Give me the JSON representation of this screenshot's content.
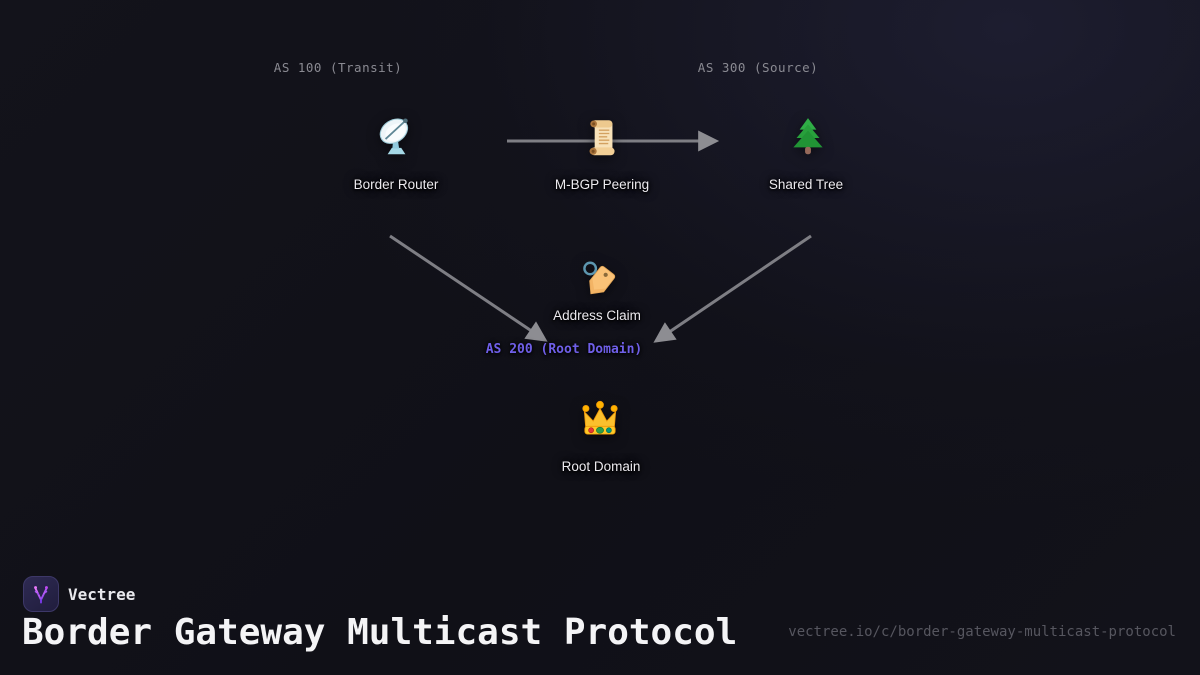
{
  "brand": {
    "name": "Vectree"
  },
  "footer": {
    "title": "Border Gateway Multicast Protocol",
    "url": "vectree.io/c/border-gateway-multicast-protocol"
  },
  "diagram": {
    "as_transit_label": "AS 100 (Transit)",
    "as_source_label": "AS 300 (Source)",
    "as_root_label": "AS 200 (Root Domain)",
    "nodes": {
      "border_router": {
        "label": "Border Router",
        "icon": "satellite-dish-icon"
      },
      "mbgp_peering": {
        "label": "M-BGP Peering",
        "icon": "scroll-icon"
      },
      "shared_tree": {
        "label": "Shared Tree",
        "icon": "evergreen-tree-icon"
      },
      "address_claim": {
        "label": "Address Claim",
        "icon": "tag-icon"
      },
      "root_domain": {
        "label": "Root Domain",
        "icon": "crown-icon"
      }
    }
  },
  "colors": {
    "background": "#101016",
    "background_glow": "#282844",
    "as_label_gray": "#8a8a92",
    "as_root_purple": "#6f5fe8",
    "node_label": "#eceaef",
    "arrow_gray": "#7e7e84",
    "title_white": "#f4f4f6",
    "url_gray": "#56565f",
    "brand_accent_purple": "#a855f7"
  }
}
